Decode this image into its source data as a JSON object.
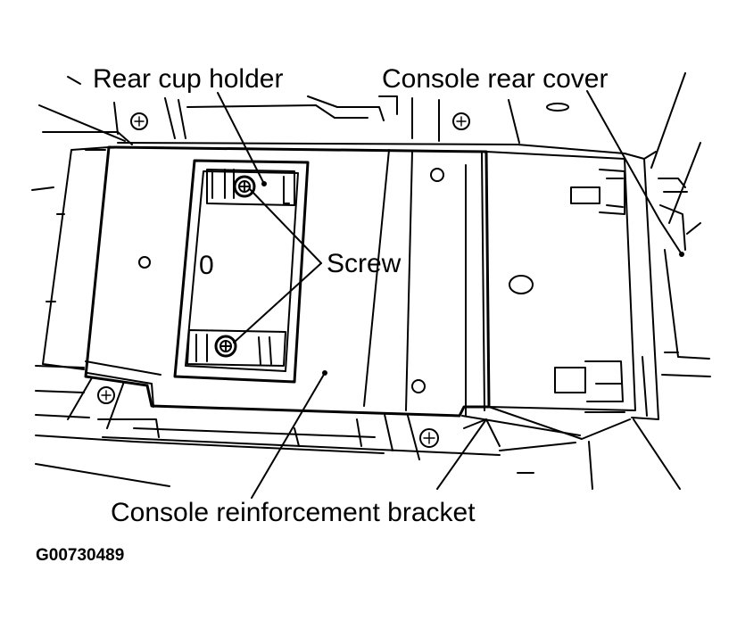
{
  "labels": {
    "rear_cup_holder": "Rear cup holder",
    "console_rear_cover": "Console rear cover",
    "screw": "Screw",
    "console_reinforcement_bracket": "Console reinforcement bracket",
    "figure_code": "G00730489",
    "cup_holder_mark": "0"
  },
  "colors": {
    "line": "#000000",
    "background": "#ffffff"
  }
}
